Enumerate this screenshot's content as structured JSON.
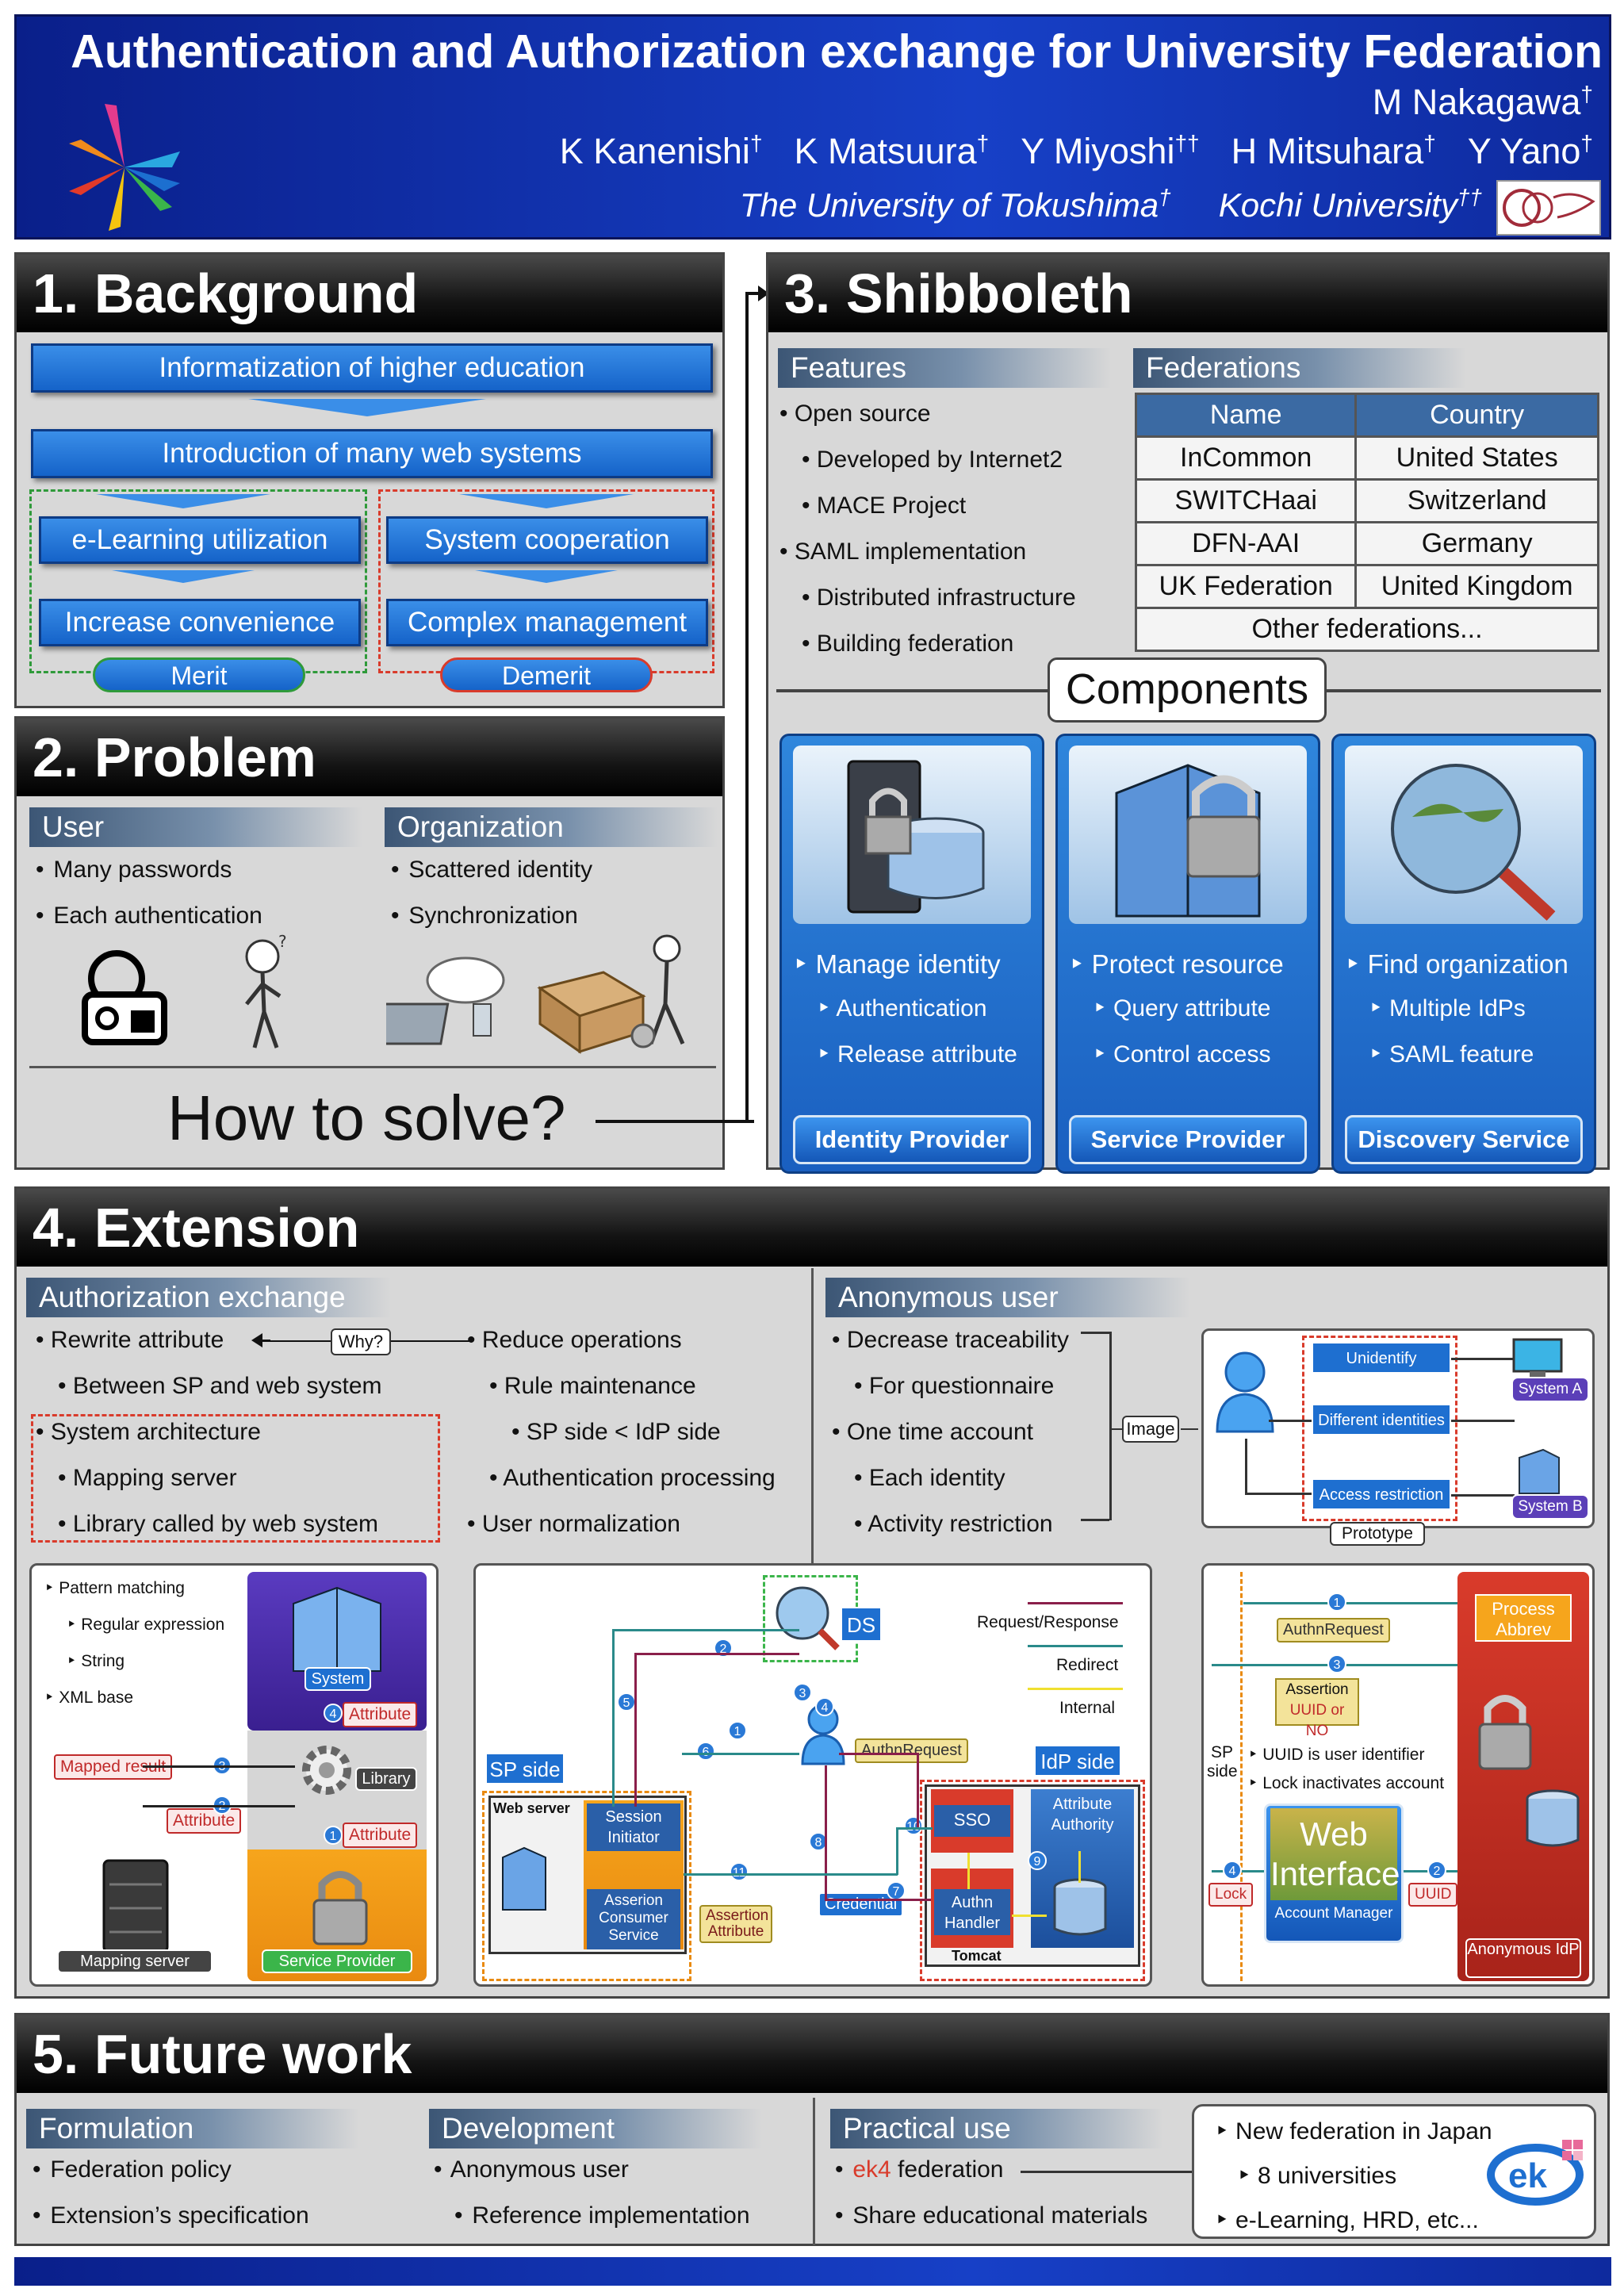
{
  "header": {
    "title": "Authentication and Authorization exchange for University Federation",
    "author_top": {
      "name": "M Nakagawa",
      "mark": "†"
    },
    "authors": [
      {
        "name": "K Kanenishi",
        "mark": "†"
      },
      {
        "name": "K Matsuura",
        "mark": "†"
      },
      {
        "name": "Y Miyoshi",
        "mark": "††"
      },
      {
        "name": "H Mitsuhara",
        "mark": "†"
      },
      {
        "name": "Y Yano",
        "mark": "†"
      }
    ],
    "affiliations": [
      {
        "name": "The University of Tokushima",
        "mark": "†"
      },
      {
        "name": "Kochi University",
        "mark": "††"
      }
    ]
  },
  "background": {
    "title": "1. Background",
    "box1": "Informatization of higher education",
    "box2": "Introduction of many web systems",
    "left_top": "e-Learning utilization",
    "left_bottom": "Increase convenience",
    "right_top": "System cooperation",
    "right_bottom": "Complex management",
    "merit": "Merit",
    "demerit": "Demerit"
  },
  "problem": {
    "title": "2. Problem",
    "user_head": "User",
    "user_items": [
      "Many passwords",
      "Each authentication"
    ],
    "org_head": "Organization",
    "org_items": [
      "Scattered identity",
      "Synchronization"
    ],
    "question": "How to solve?"
  },
  "shibboleth": {
    "title": "3. Shibboleth",
    "features_head": "Features",
    "features": [
      {
        "text": "Open source",
        "level": 1
      },
      {
        "text": "Developed by Internet2",
        "level": 2
      },
      {
        "text": "MACE Project",
        "level": 2
      },
      {
        "text": "SAML implementation",
        "level": 1
      },
      {
        "text": "Distributed infrastructure",
        "level": 2
      },
      {
        "text": "Building federation",
        "level": 2
      }
    ],
    "federations_head": "Federations",
    "table_headers": [
      "Name",
      "Country"
    ],
    "table_rows": [
      [
        "InCommon",
        "United States"
      ],
      [
        "SWITCHaai",
        "Switzerland"
      ],
      [
        "DFN-AAI",
        "Germany"
      ],
      [
        "UK Federation",
        "United Kingdom"
      ]
    ],
    "table_footer": "Other federations...",
    "components_label": "Components",
    "components": [
      {
        "main": "Manage identity",
        "subs": [
          "Authentication",
          "Release attribute"
        ],
        "name": "Identity Provider"
      },
      {
        "main": "Protect resource",
        "subs": [
          "Query attribute",
          "Control access"
        ],
        "name": "Service Provider"
      },
      {
        "main": "Find organization",
        "subs": [
          "Multiple IdPs",
          "SAML feature"
        ],
        "name": "Discovery Service"
      }
    ]
  },
  "extension": {
    "title": "4. Extension",
    "authz_head": "Authorization exchange",
    "authz_left": [
      {
        "text": "Rewrite attribute",
        "level": 1
      },
      {
        "text": "Between SP and web system",
        "level": 2
      },
      {
        "text": "System architecture",
        "level": 1
      },
      {
        "text": "Mapping server",
        "level": 2
      },
      {
        "text": "Library called by web system",
        "level": 2
      }
    ],
    "why": "Why?",
    "authz_right": [
      {
        "text": "Reduce operations",
        "level": 1
      },
      {
        "text": "Rule maintenance",
        "level": 2
      },
      {
        "text": "SP side < IdP side",
        "level": 3
      },
      {
        "text": "Authentication processing",
        "level": 2
      },
      {
        "text": "User normalization",
        "level": 1
      }
    ],
    "anon_head": "Anonymous user",
    "anon_items": [
      {
        "text": "Decrease traceability",
        "level": 1
      },
      {
        "text": "For questionnaire",
        "level": 2
      },
      {
        "text": "One time account",
        "level": 1
      },
      {
        "text": "Each identity",
        "level": 2
      },
      {
        "text": "Activity restriction",
        "level": 2
      }
    ],
    "image_label": "Image",
    "prototype_label": "Prototype",
    "anon_diagram": {
      "unidentify": "Unidentify",
      "different": "Different identities",
      "access": "Access restriction",
      "system_a": "System A",
      "system_b": "System B"
    },
    "lib_diagram": {
      "list": [
        "Pattern matching",
        "Regular expression",
        "String",
        "XML base"
      ],
      "system": "System",
      "library": "Library",
      "attribute": "Attribute",
      "mapped_result": "Mapped result",
      "mapping_server": "Mapping server",
      "service_provider": "Service Provider"
    },
    "flow_diagram": {
      "ds": "DS",
      "legend_req": "Request/Response",
      "legend_redirect": "Redirect",
      "legend_internal": "Internal",
      "authn_request": "AuthnRequest",
      "sp_side": "SP side",
      "idp_side": "IdP side",
      "web_server": "Web server",
      "session_initiator": "Session Initiator",
      "acs": "Asserion Consumer Service",
      "assertion_attr": "Assertion Attribute",
      "credential": "Credential",
      "sso": "SSO",
      "authn_handler": "Authn Handler",
      "attr_authority": "Attribute Authority",
      "tomcat": "Tomcat"
    },
    "proto_diagram": {
      "authn_request": "AuthnRequest",
      "assertion": "Assertion",
      "uuid_or_no": "UUID or NO",
      "sp_side": "SP side",
      "notes": [
        "UUID is user identifier",
        "Lock inactivates account"
      ],
      "web_interface": "Web Interface",
      "lock": "Lock",
      "uuid": "UUID",
      "account_manager": "Account Manager",
      "process_abbrev": "Process Abbrev",
      "anonymous_idp": "Anonymous IdP"
    }
  },
  "future": {
    "title": "5. Future work",
    "formulation_head": "Formulation",
    "formulation": [
      "Federation policy",
      "Extension’s specification"
    ],
    "development_head": "Development",
    "development": [
      {
        "text": "Anonymous user",
        "level": 1
      },
      {
        "text": "Reference implementation",
        "level": 2
      }
    ],
    "practical_head": "Practical use",
    "practical_ek4": "ek4",
    "practical_federation": " federation",
    "practical_share": "Share educational materials",
    "callout": [
      {
        "text": "New federation in Japan",
        "level": 1
      },
      {
        "text": "8 universities",
        "level": 2
      },
      {
        "text": "e-Learning, HRD, etc...",
        "level": 1
      }
    ]
  },
  "colors": {
    "header_blue": "#1740c7",
    "section_head": "#141414",
    "merit_green": "#2f9a3a",
    "demerit_red": "#d93b2b",
    "accent_blue": "#2a79d6"
  }
}
